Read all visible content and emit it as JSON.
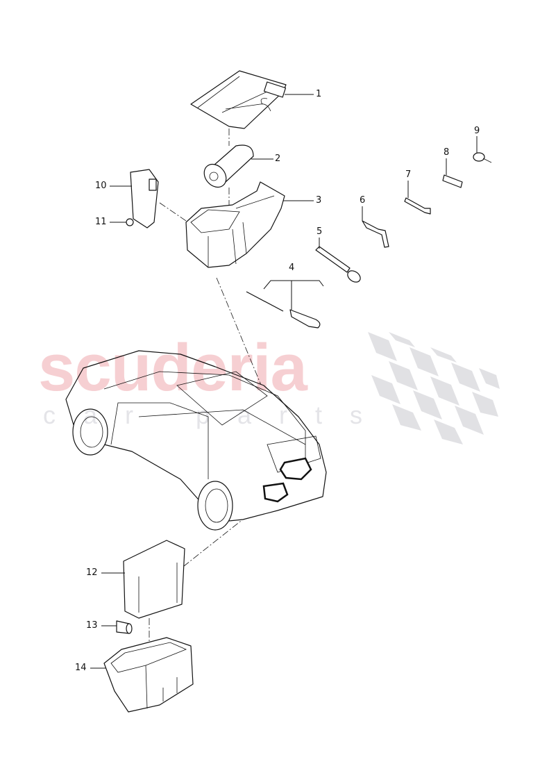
{
  "watermark": {
    "brand": "scuderia",
    "sub": "car parts",
    "brand_color": "#f6cfd2",
    "flag_color": "#dcdce0"
  },
  "callouts": [
    "1",
    "2",
    "3",
    "4",
    "5",
    "6",
    "7",
    "8",
    "9",
    "10",
    "11",
    "12",
    "13",
    "14"
  ]
}
